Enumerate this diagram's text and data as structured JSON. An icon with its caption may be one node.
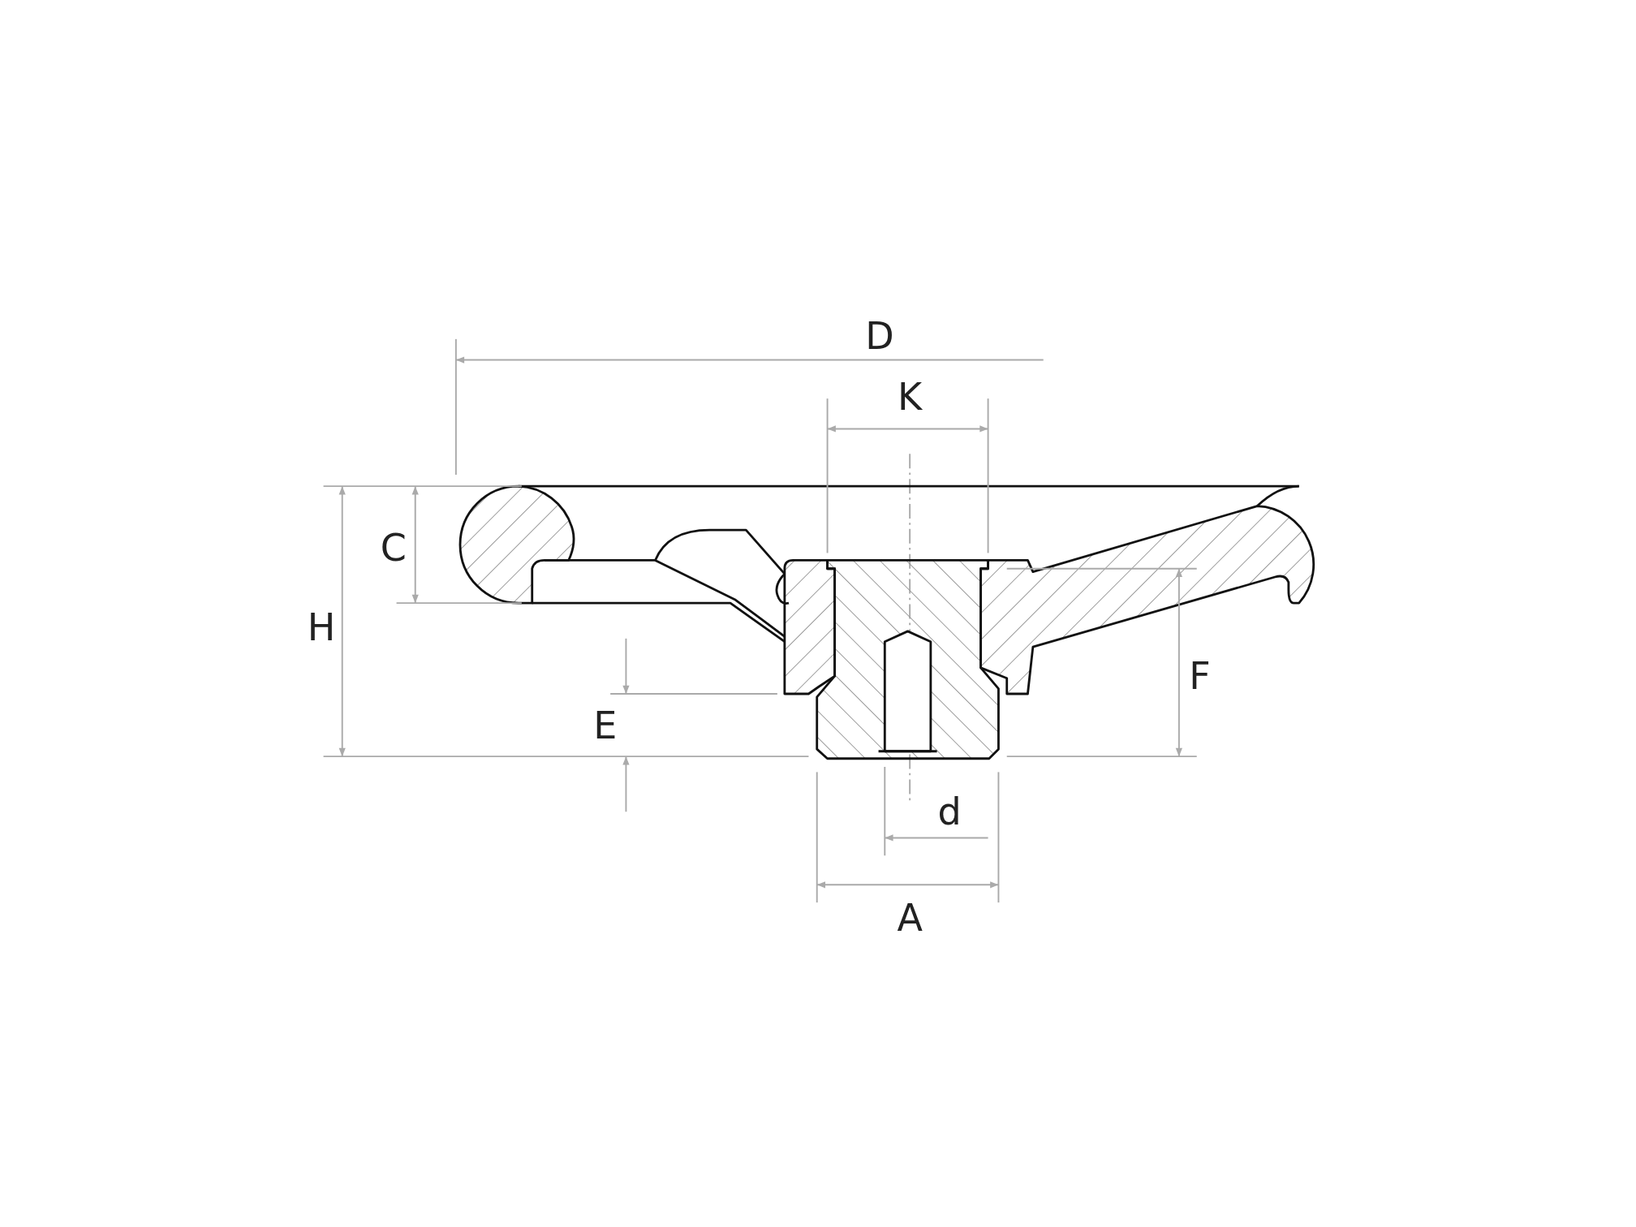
{
  "diagram": {
    "labels": [
      "D",
      "K",
      "C",
      "H",
      "F",
      "E",
      "d",
      "A"
    ]
  }
}
